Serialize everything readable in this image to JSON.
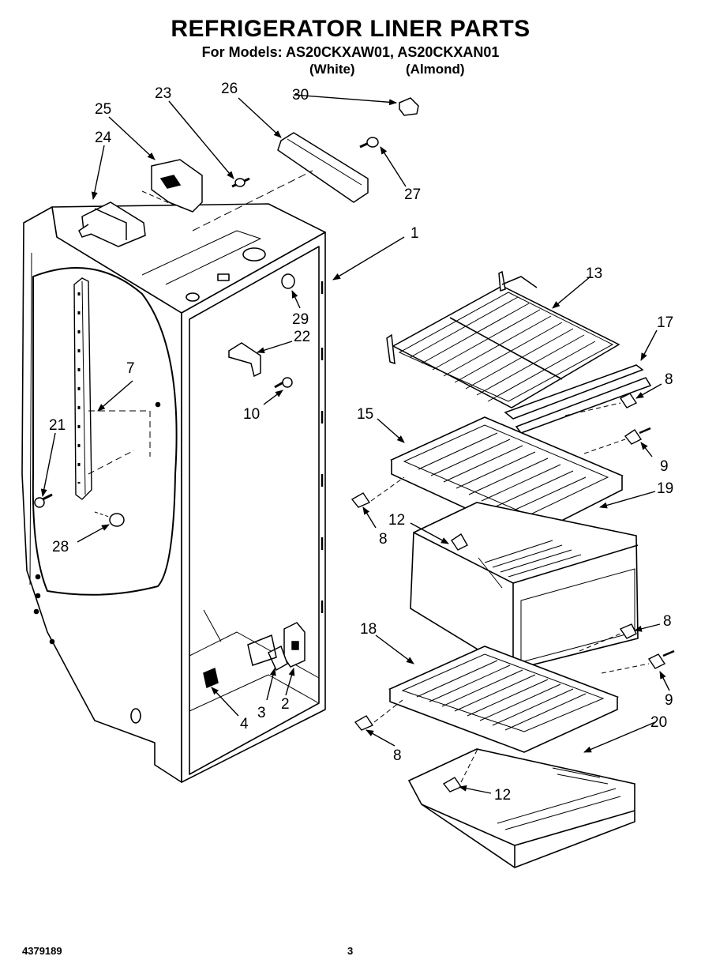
{
  "header": {
    "title": "REFRIGERATOR LINER PARTS",
    "models_line": "For Models: AS20CKXAW01, AS20CKXAN01",
    "variant_white": "(White)",
    "variant_almond": "(Almond)"
  },
  "callouts": [
    {
      "id": "c1",
      "label": "1"
    },
    {
      "id": "c2",
      "label": "2"
    },
    {
      "id": "c3",
      "label": "3"
    },
    {
      "id": "c4",
      "label": "4"
    },
    {
      "id": "c7",
      "label": "7"
    },
    {
      "id": "c8a",
      "label": "8"
    },
    {
      "id": "c8b",
      "label": "8"
    },
    {
      "id": "c8c",
      "label": "8"
    },
    {
      "id": "c8d",
      "label": "8"
    },
    {
      "id": "c9a",
      "label": "9"
    },
    {
      "id": "c9b",
      "label": "9"
    },
    {
      "id": "c10",
      "label": "10"
    },
    {
      "id": "c12a",
      "label": "12"
    },
    {
      "id": "c12b",
      "label": "12"
    },
    {
      "id": "c13",
      "label": "13"
    },
    {
      "id": "c15",
      "label": "15"
    },
    {
      "id": "c17",
      "label": "17"
    },
    {
      "id": "c18",
      "label": "18"
    },
    {
      "id": "c19",
      "label": "19"
    },
    {
      "id": "c20",
      "label": "20"
    },
    {
      "id": "c21",
      "label": "21"
    },
    {
      "id": "c22",
      "label": "22"
    },
    {
      "id": "c23",
      "label": "23"
    },
    {
      "id": "c24",
      "label": "24"
    },
    {
      "id": "c25",
      "label": "25"
    },
    {
      "id": "c26",
      "label": "26"
    },
    {
      "id": "c27",
      "label": "27"
    },
    {
      "id": "c28",
      "label": "28"
    },
    {
      "id": "c29",
      "label": "29"
    },
    {
      "id": "c30",
      "label": "30"
    }
  ],
  "footer": {
    "part_number": "4379189",
    "page_number": "3"
  }
}
